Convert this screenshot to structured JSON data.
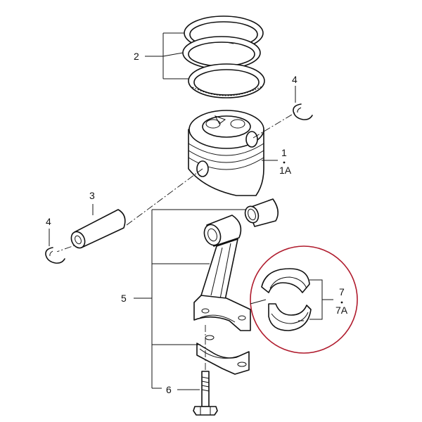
{
  "labels": {
    "rings": "2",
    "piston": "1",
    "piston_alt": "1A",
    "snap_ring_top": "4",
    "pin": "3",
    "snap_ring_left": "4",
    "rod": "5",
    "bearings": "7",
    "bearings_alt": "7A",
    "bolt": "6"
  },
  "colors": {
    "line": "#111111",
    "highlight_circle": "#b01c2e",
    "background": "#ffffff"
  }
}
